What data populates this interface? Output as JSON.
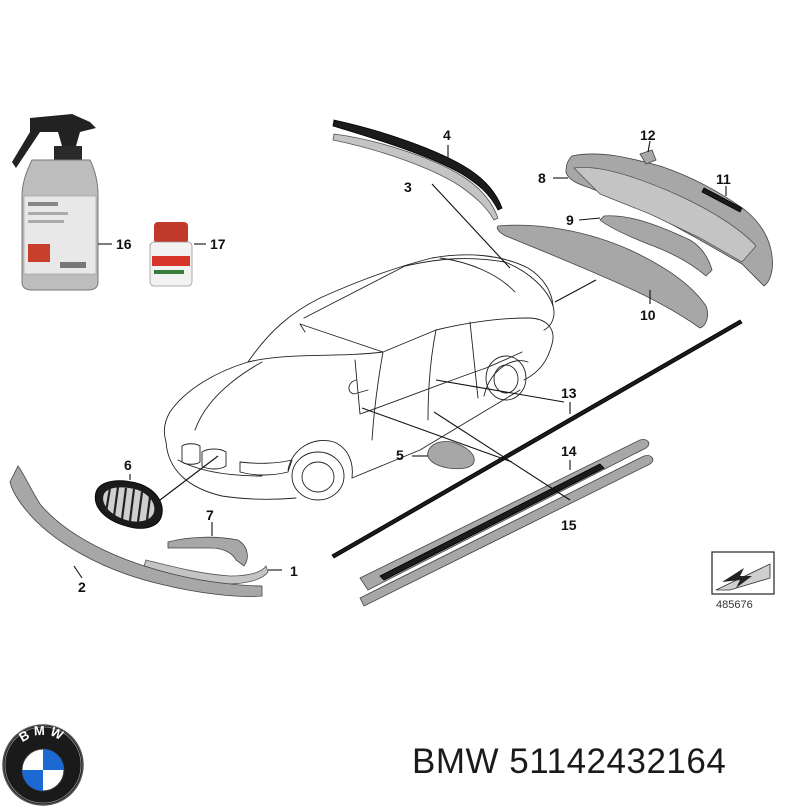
{
  "diagram": {
    "callouts": [
      {
        "id": "1",
        "label": "1"
      },
      {
        "id": "2",
        "label": "2"
      },
      {
        "id": "3",
        "label": "3"
      },
      {
        "id": "4",
        "label": "4"
      },
      {
        "id": "5",
        "label": "5"
      },
      {
        "id": "6",
        "label": "6"
      },
      {
        "id": "7",
        "label": "7"
      },
      {
        "id": "8",
        "label": "8"
      },
      {
        "id": "9",
        "label": "9"
      },
      {
        "id": "10",
        "label": "10"
      },
      {
        "id": "11",
        "label": "11"
      },
      {
        "id": "12",
        "label": "12"
      },
      {
        "id": "13",
        "label": "13"
      },
      {
        "id": "14",
        "label": "14"
      },
      {
        "id": "15",
        "label": "15"
      },
      {
        "id": "16",
        "label": "16"
      },
      {
        "id": "17",
        "label": "17"
      }
    ],
    "reference_number": "485676"
  },
  "footer": {
    "brand": "BMW",
    "part_number": "51142432164",
    "logo_letters": "BMW"
  },
  "colors": {
    "part_gray": "#a7a7a7",
    "trim_black": "#1b1b1b",
    "logo_blue": "#1c69d4",
    "logo_ring": "#111111"
  },
  "icons": {
    "logo": "bmw-roundel-icon",
    "view_indicator": "view-direction-arrow-icon"
  }
}
